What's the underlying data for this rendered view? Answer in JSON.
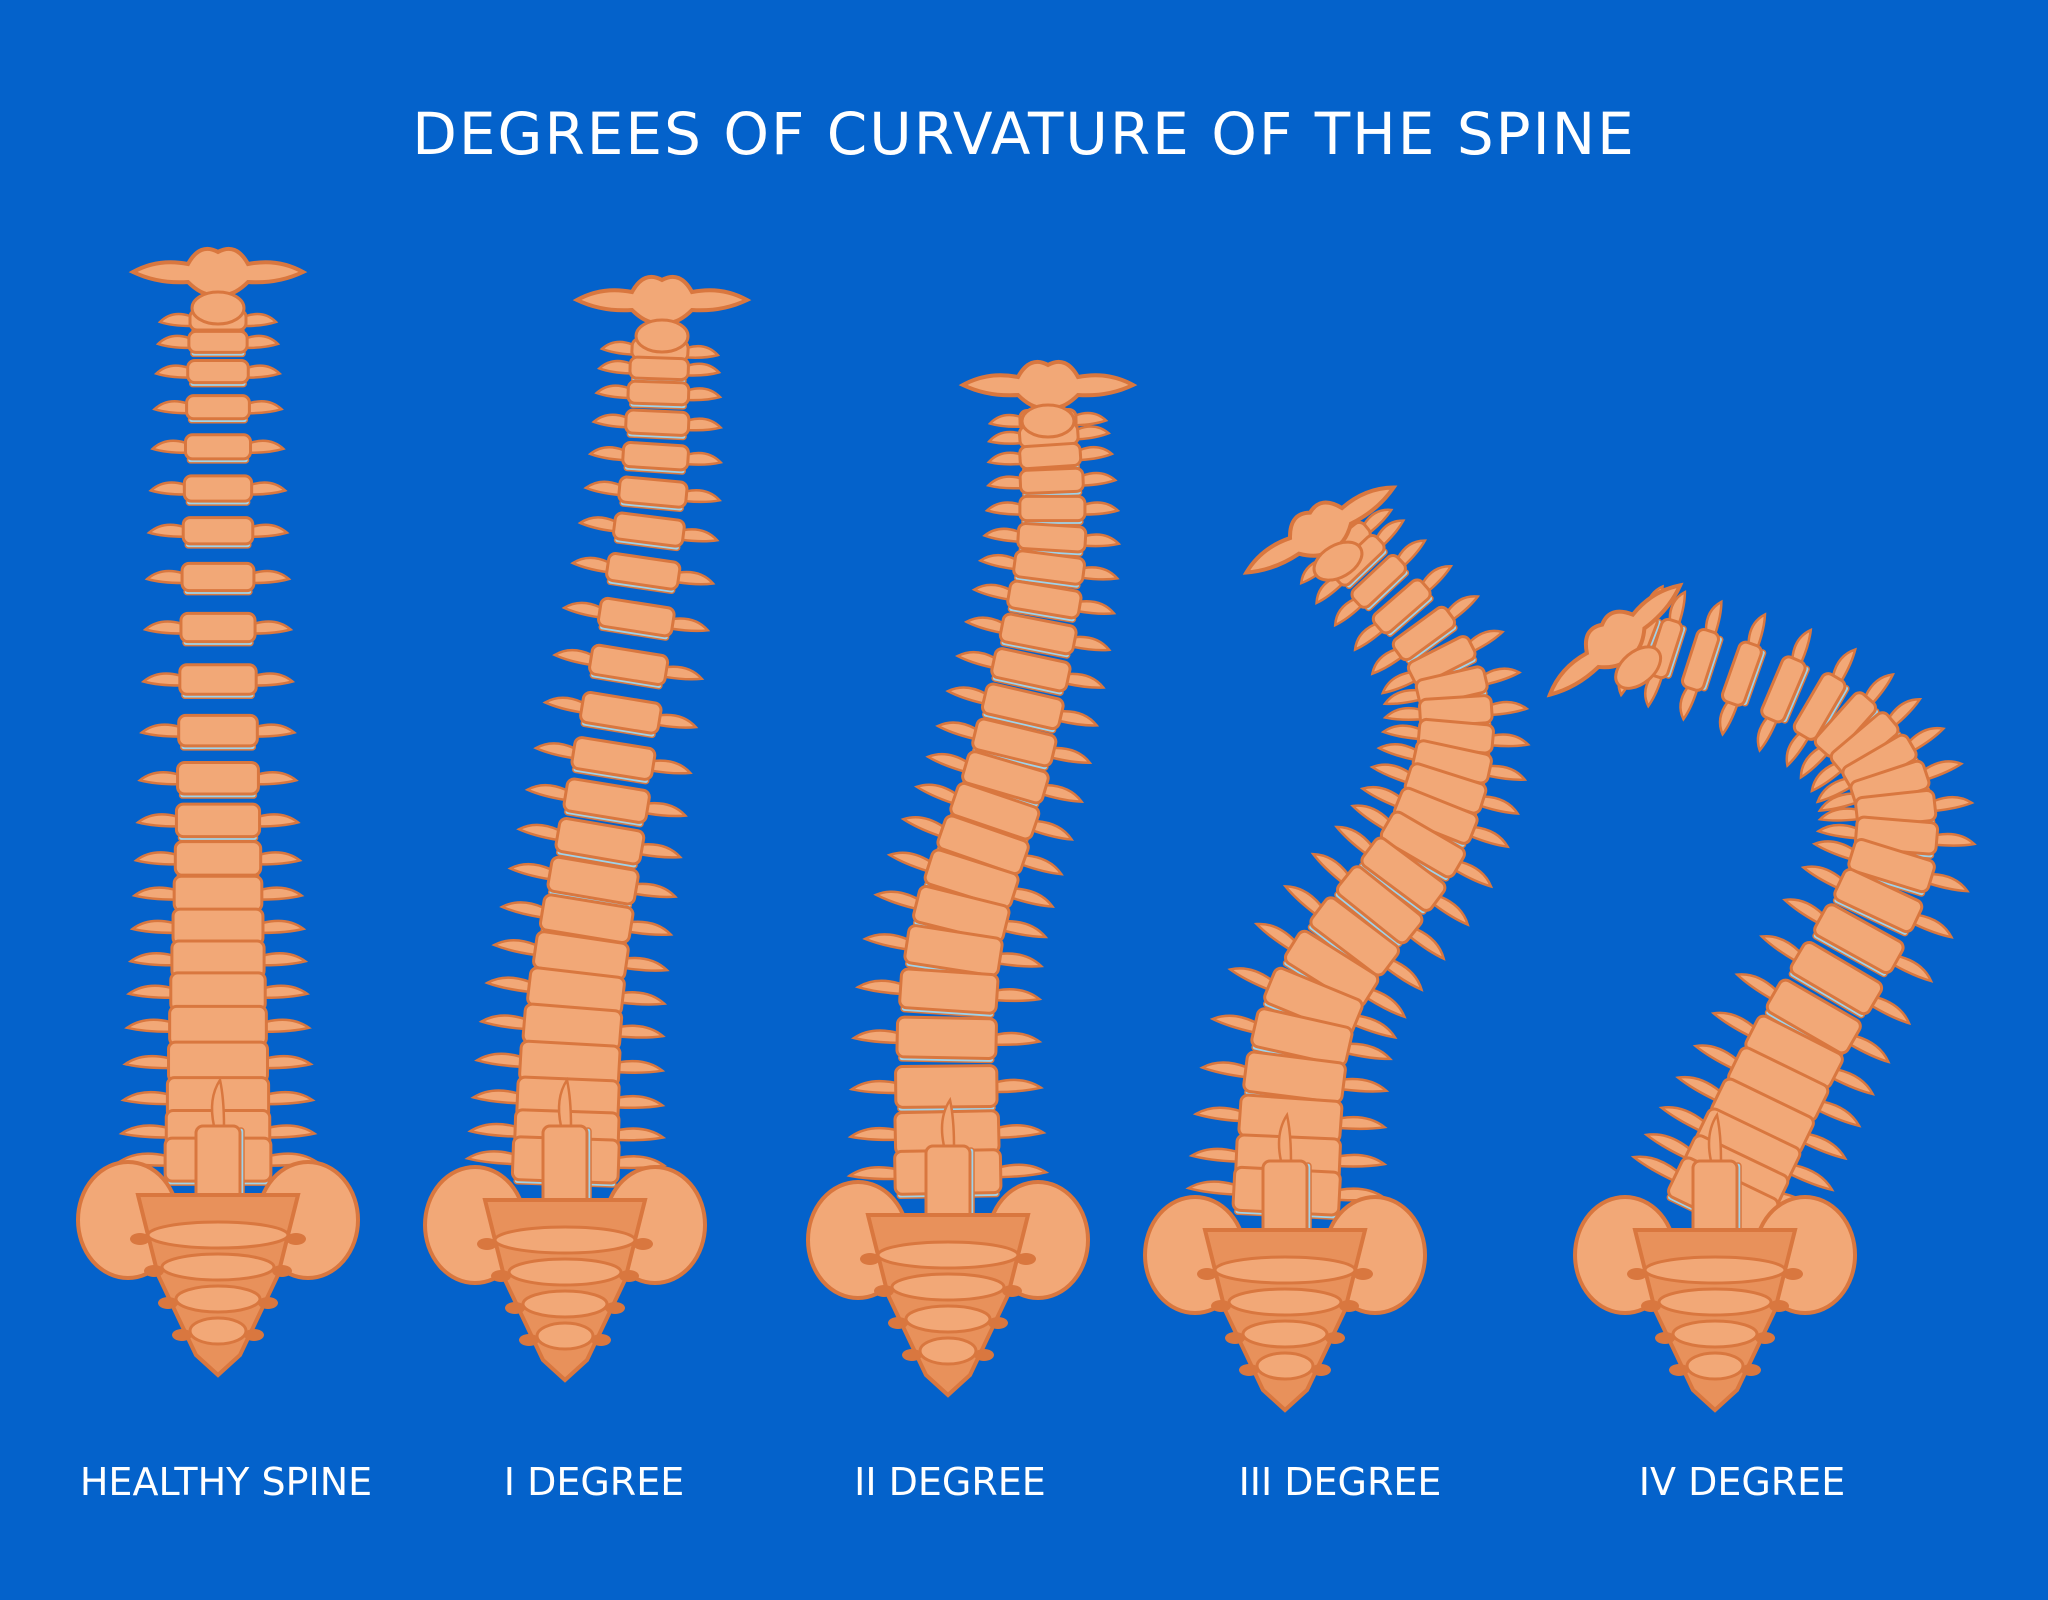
{
  "title": "DEGREES OF CURVATURE OF THE SPINE",
  "colors": {
    "background": "#0462CB",
    "bone": "#F2A877",
    "bone_outline": "#D9773F",
    "disc": "#9FD3EA",
    "text": "#FFFFFF"
  },
  "spines": [
    {
      "label": "HEALTHY SPINE"
    },
    {
      "label": "I DEGREE"
    },
    {
      "label": "II DEGREE"
    },
    {
      "label": "III DEGREE"
    },
    {
      "label": "IV DEGREE"
    }
  ]
}
